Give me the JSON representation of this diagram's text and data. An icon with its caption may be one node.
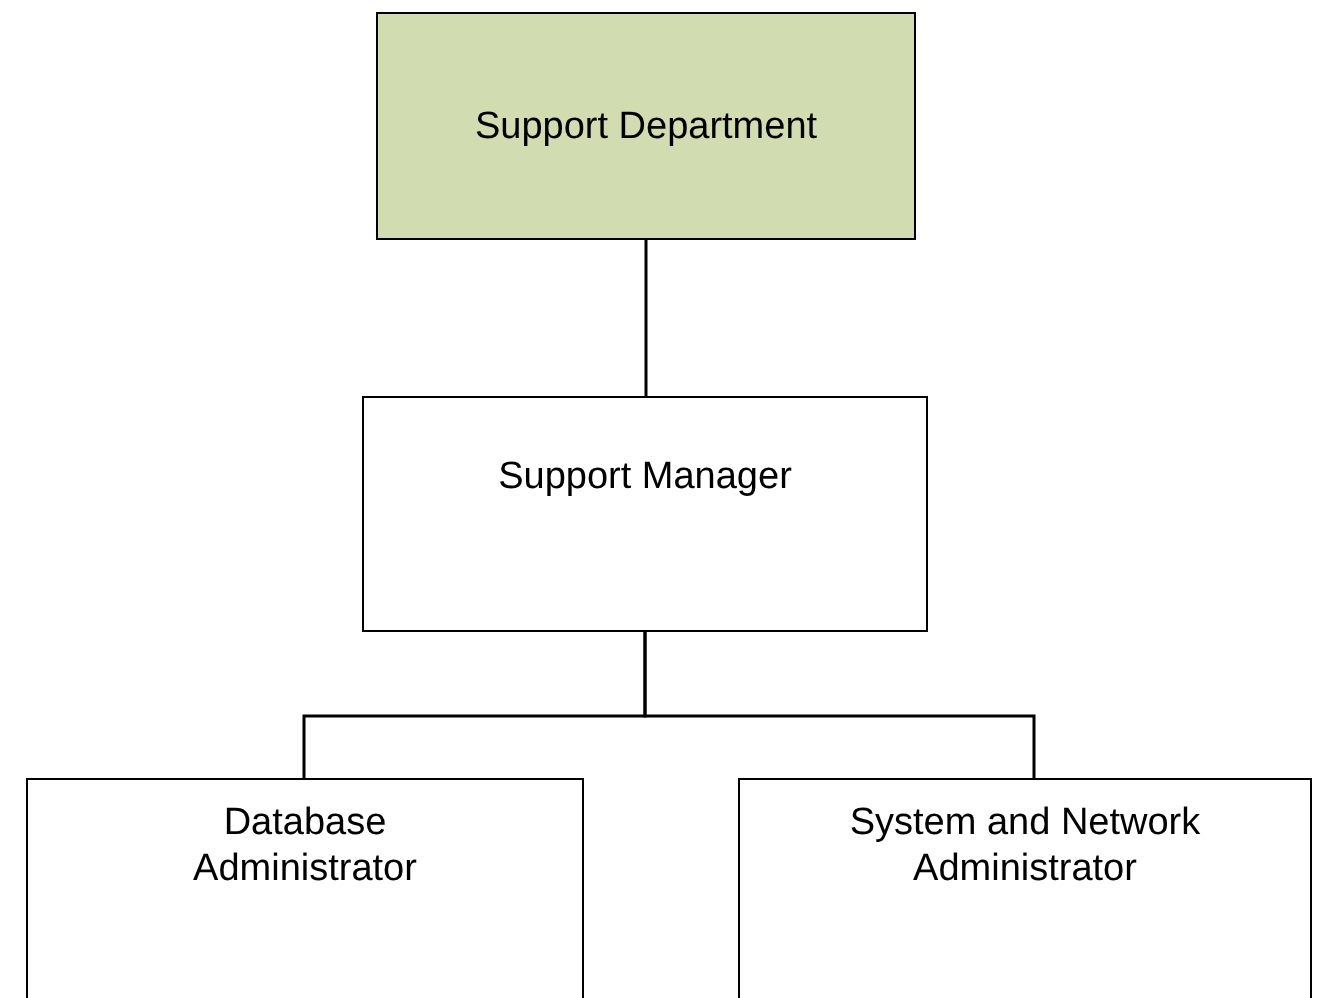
{
  "diagram": {
    "nodes": [
      {
        "text": [
          "Support Department"
        ]
      },
      {
        "text": [
          "Support Manager"
        ]
      },
      {
        "text": [
          "Database Administrator"
        ]
      },
      {
        "text": [
          "System and Network Administrator"
        ]
      }
    ],
    "edges": [
      {
        "from": 0,
        "to": 1,
        "arrow": "none"
      },
      {
        "from": 1,
        "to": 2,
        "arrow": "none"
      },
      {
        "from": 1,
        "to": 3,
        "arrow": "none"
      }
    ]
  }
}
